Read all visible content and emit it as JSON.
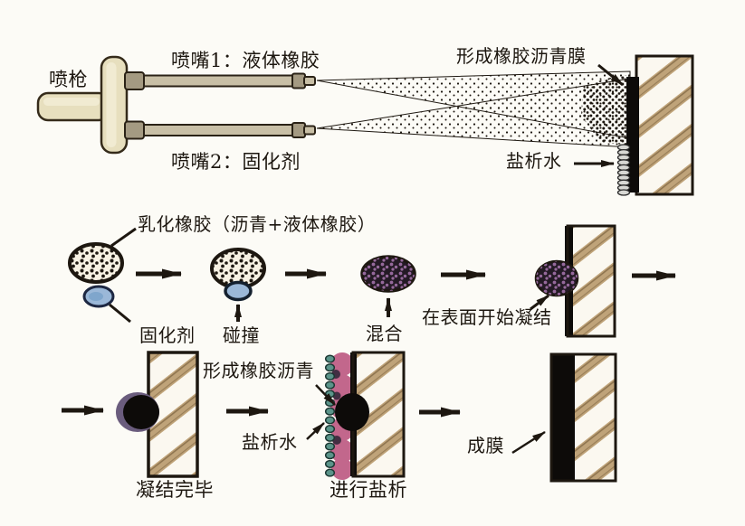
{
  "labels": {
    "gun": "喷枪",
    "nozzle1": "喷嘴1：液体橡胶",
    "nozzle2": "喷嘴2：固化剂",
    "membrane_film": "形成橡胶沥青膜",
    "salt_out_water_top": "盐析水",
    "emulsified_rubber": "乳化橡胶（沥青+液体橡胶）",
    "curing_agent": "固化剂",
    "collision": "碰撞",
    "mixing": "混合",
    "begin_condense_on_surface": "在表面开始凝结",
    "condense_complete": "凝结完毕",
    "form_rubber_asphalt": "形成橡胶沥青",
    "salt_out_water_bottom": "盐析水",
    "salting_out_in_progress": "进行盐析",
    "film_formed": "成膜"
  },
  "colors": {
    "paper": "#fcfbf6",
    "ink": "#1d1710",
    "gun_body": "#e7dfbe",
    "metal": "#c8bfa6",
    "metal_dark": "#a49a82",
    "wall_bg": "#fbf8f0",
    "wall_stripe": "#bfa379",
    "membrane_black": "#0d0b09",
    "blue_drop": "#9bb8d8",
    "dark_mix": "#241a25",
    "purple_speckle": "#96699c",
    "purple_halo": "#6a5c7d",
    "pink_blob": "#c2678c",
    "teal_bead": "#5b948a",
    "bead_gray": "#d8d8d4"
  }
}
